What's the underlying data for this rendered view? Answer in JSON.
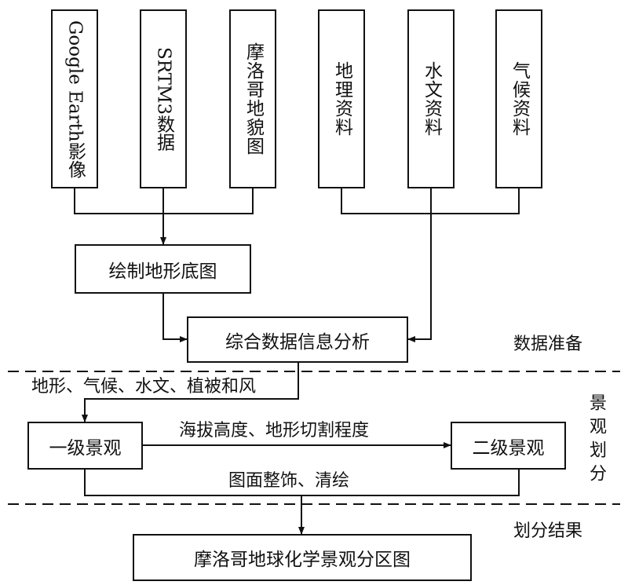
{
  "sources": {
    "google_earth": "Google Earth影像",
    "srtm3": "SRTM3数据",
    "morocco_landform_map": "摩洛哥地貌图",
    "geography_data": "地理资料",
    "hydrology_data": "水文资料",
    "climate_data": "气候资料"
  },
  "steps": {
    "draw_base_map": "绘制地形底图",
    "comprehensive_analysis": "综合数据信息分析",
    "level1_landscape": "一级景观",
    "level2_landscape": "二级景观",
    "final_map": "摩洛哥地球化学景观分区图"
  },
  "edge_labels": {
    "factors": "地形、气候、水文、植被和风",
    "elevation_cutting": "海拔高度、地形切割程度",
    "finishing": "图面整饰、清绘"
  },
  "stage_labels": {
    "data_preparation": "数据准备",
    "landscape_division": "景观划分",
    "division_result": "划分结果"
  }
}
